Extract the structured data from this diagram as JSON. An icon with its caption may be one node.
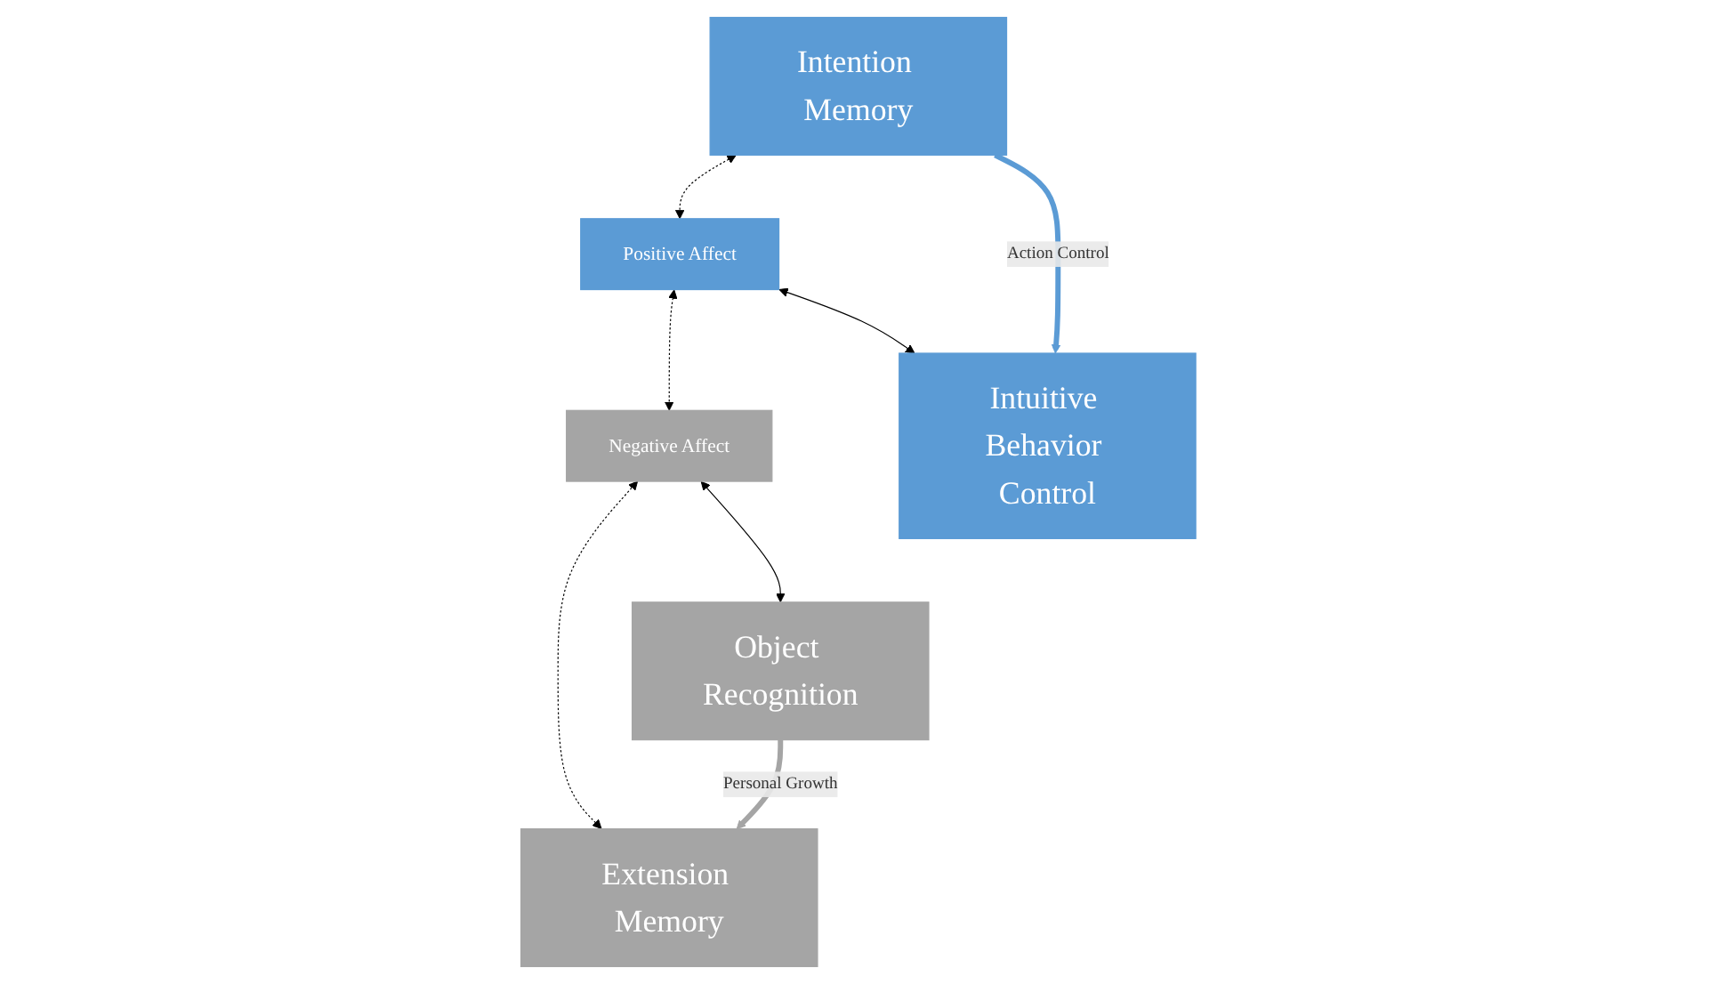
{
  "diagram": {
    "nodes": [
      {
        "text": [
          "Intention Memory"
        ]
      },
      {
        "text": [
          "Extension Memory"
        ]
      },
      {
        "text": [
          "Positive Affect"
        ]
      },
      {
        "text": [
          "Negative Affect"
        ]
      },
      {
        "text": [
          "Intuitive Behavior Control"
        ]
      },
      {
        "text": [
          "Object Recognition"
        ]
      }
    ],
    "edges": [
      {
        "from": 0,
        "to": 4,
        "arrow": "to",
        "label": "Action Control",
        "style": "thick",
        "color": "#5b9bd5"
      },
      {
        "from": 5,
        "to": 1,
        "arrow": "to",
        "label": "Personal Growth",
        "style": "thick",
        "color": "#a5a5a5"
      },
      {
        "from": 0,
        "to": 2,
        "arrow": "both",
        "style": "dashed"
      },
      {
        "from": 2,
        "to": 3,
        "arrow": "both",
        "style": "dashed"
      },
      {
        "from": 1,
        "to": 3,
        "arrow": "both",
        "style": "dashed"
      },
      {
        "from": 2,
        "to": 4,
        "arrow": "both"
      },
      {
        "from": 3,
        "to": 5,
        "arrow": "both"
      }
    ]
  }
}
